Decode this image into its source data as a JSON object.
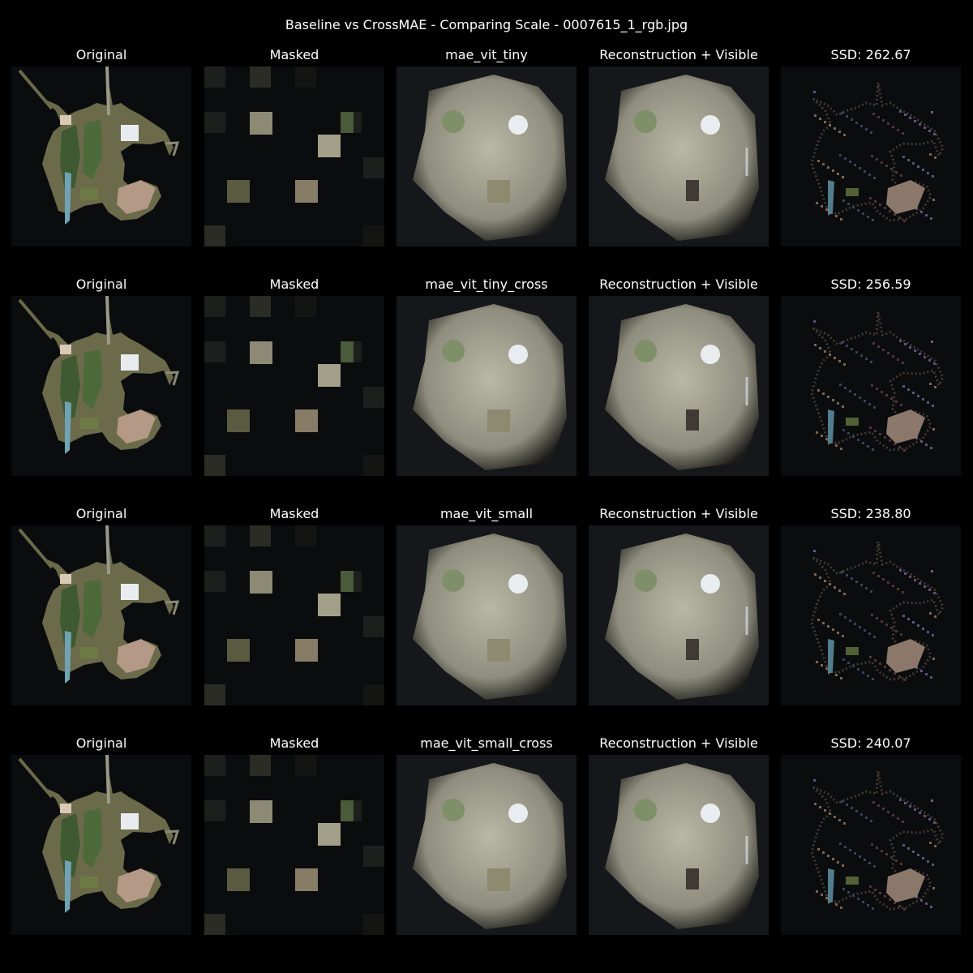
{
  "figure": {
    "title": "Baseline vs CrossMAE - Comparing Scale - 0007615_1_rgb.jpg"
  },
  "panel_labels": {
    "original": "Original",
    "masked": "Masked",
    "reconstruction_visible": "Reconstruction + Visible"
  },
  "rows": [
    {
      "model": "mae_vit_tiny",
      "ssd_label": "SSD: 262.67"
    },
    {
      "model": "mae_vit_tiny_cross",
      "ssd_label": "SSD: 256.59"
    },
    {
      "model": "mae_vit_small",
      "ssd_label": "SSD: 238.80"
    },
    {
      "model": "mae_vit_small_cross",
      "ssd_label": "SSD: 240.07"
    }
  ],
  "colors": {
    "background": "#000000",
    "island_land": "#6b6a4a",
    "vegetation": "#3f5a32",
    "reconstruction_fill": "#b9b7a5"
  }
}
